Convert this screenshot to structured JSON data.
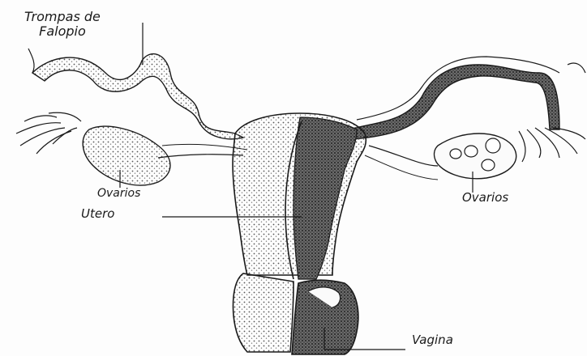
{
  "labels": {
    "tubes_line1": "Trompas de",
    "tubes_line2": "Falopio",
    "ovaries_left": "Ovarios",
    "uterus": "Utero",
    "ovaries_right": "Ovarios",
    "vagina": "Vagina"
  },
  "colors": {
    "ink": "#1a1a1a",
    "stipple": "#555555",
    "dark_fill": "#333333",
    "paper": "#fdfdfd"
  }
}
